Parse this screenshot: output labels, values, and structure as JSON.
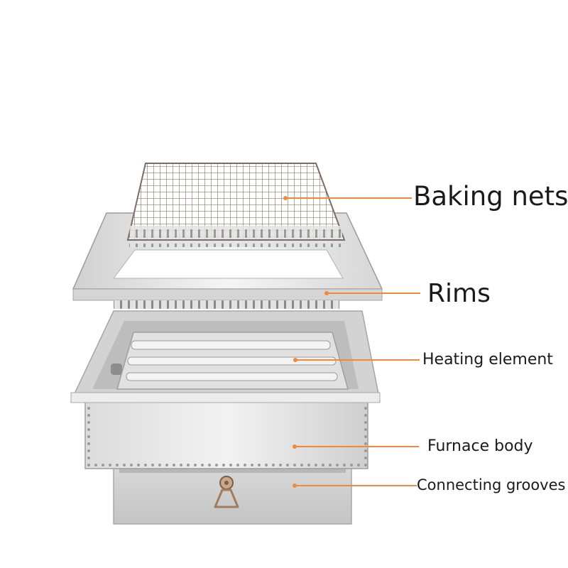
{
  "labels": {
    "baking_nets": "Baking nets",
    "rims": "Rims",
    "heating_element": "Heating element",
    "furnace_body": "Furnace body",
    "connecting_grooves": "Connecting grooves"
  },
  "colors": {
    "callout": "#f08a3a",
    "text": "#1a1a1a",
    "steel_light": "#e4e4e4",
    "steel_mid": "#c8c8c8",
    "steel_dark": "#9c9c9c",
    "background": "#ffffff"
  }
}
